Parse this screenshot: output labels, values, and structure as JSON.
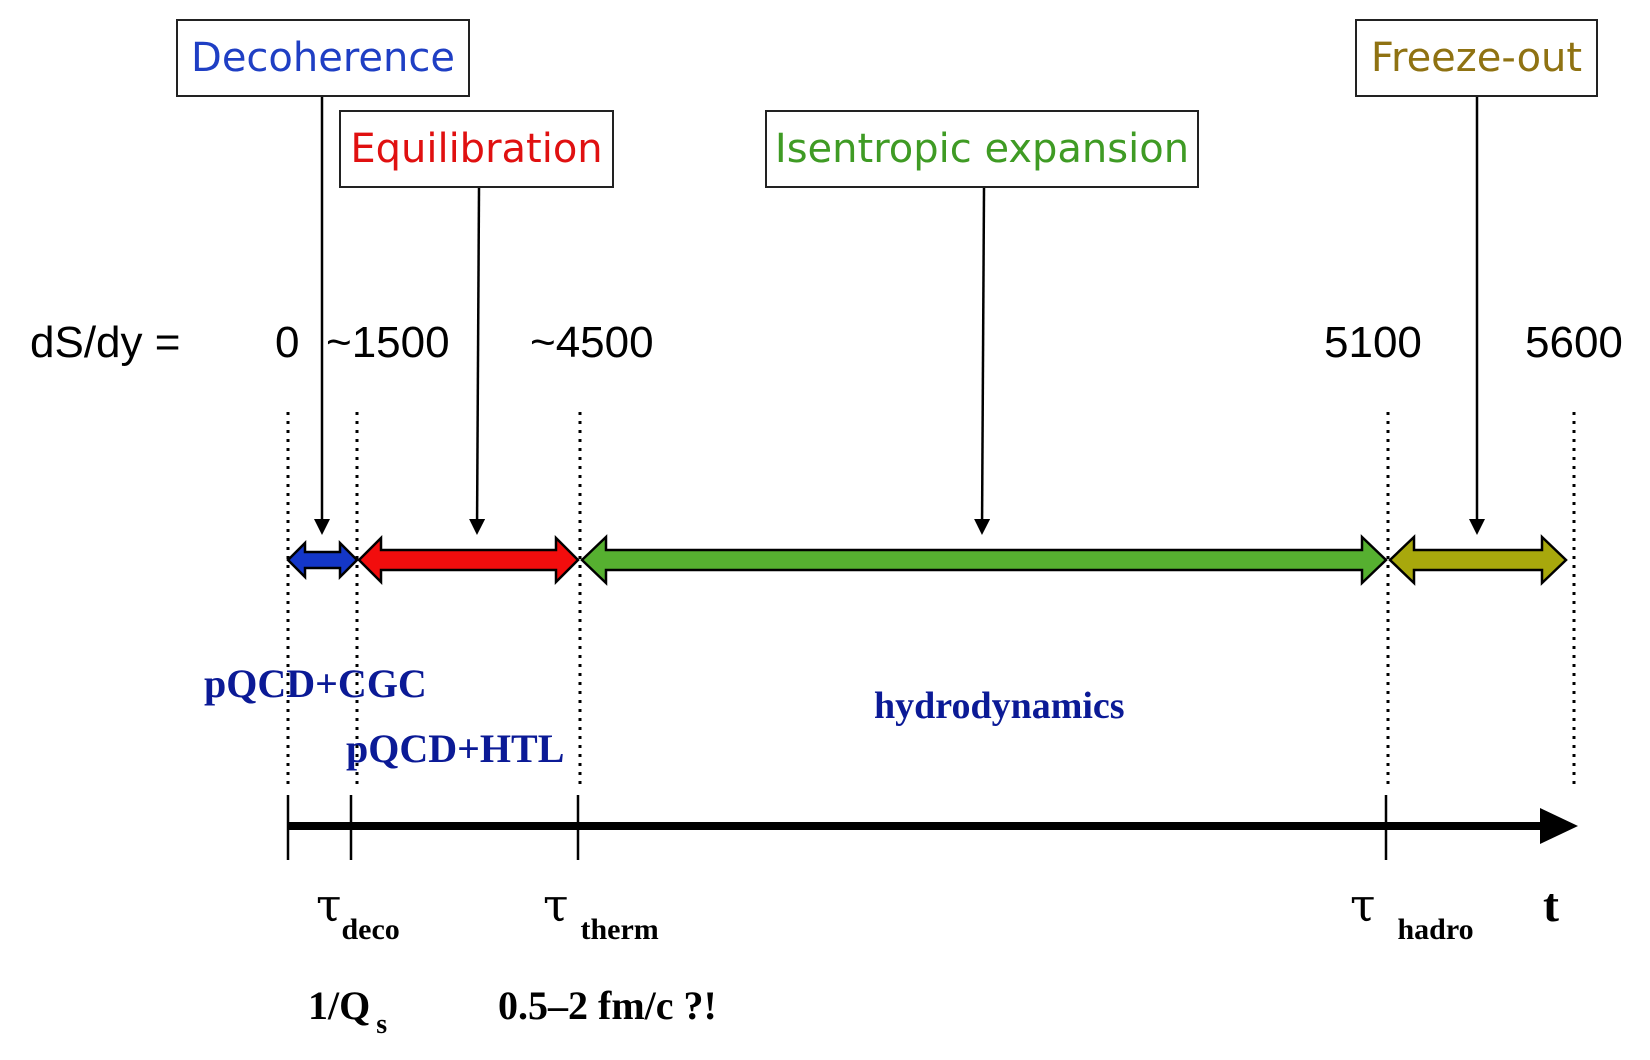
{
  "colors": {
    "decoherence": "#1f3fc4",
    "equilibration": "#e01010",
    "isentropic": "#3f9b24",
    "freezeout": "#8f7212",
    "decoherence_fill": "#1437c8",
    "equilibration_fill": "#f20d0d",
    "isentropic_fill": "#56b030",
    "freezeout_fill": "#a8a80c",
    "model_text": "#0b1a96"
  },
  "boxes": {
    "decoherence": "Decoherence",
    "equilibration": "Equilibration",
    "isentropic": "Isentropic expansion",
    "freezeout": "Freeze-out"
  },
  "entropy": {
    "label": "dS/dy =",
    "values": [
      "0",
      "~1500",
      "~4500",
      "5100",
      "5600"
    ]
  },
  "models": {
    "cgc": "pQCD+CGC",
    "htl": "pQCD+HTL",
    "hydro": "hydrodynamics"
  },
  "times": {
    "tau_symbol": "τ",
    "deco_sub": "deco",
    "therm_sub": "therm",
    "hadro_sub": "hadro",
    "axis_label": "t",
    "deco_value_main": "1/Q",
    "deco_value_sub": "s",
    "therm_value": "0.5–2 fm/c ?!"
  }
}
